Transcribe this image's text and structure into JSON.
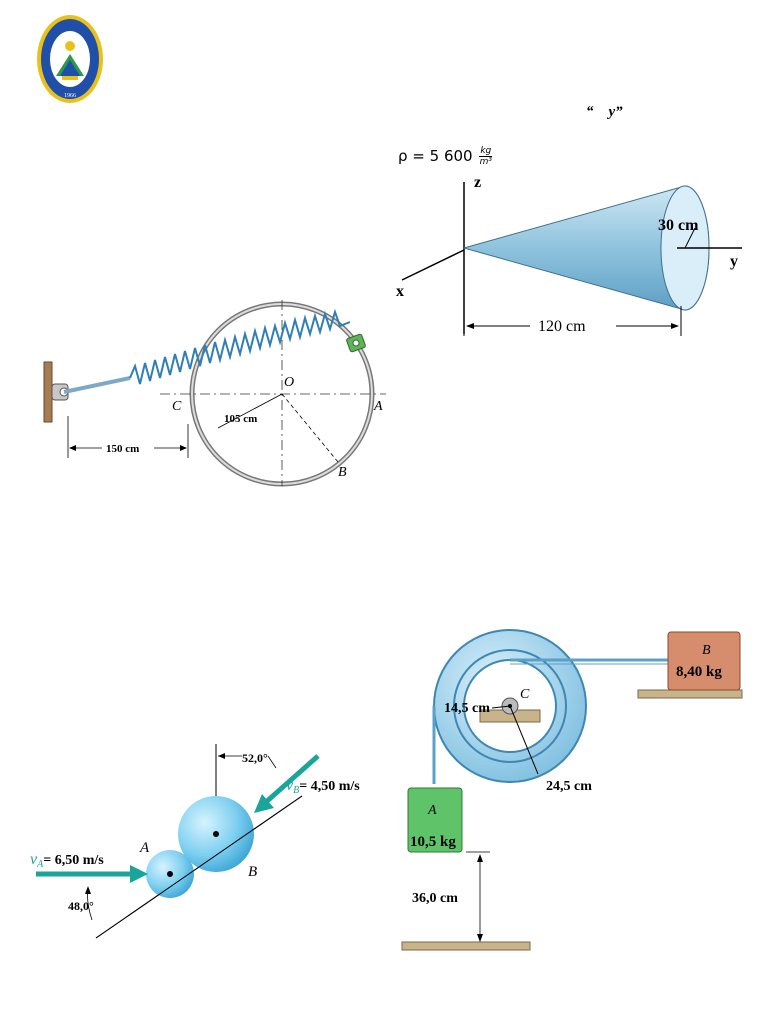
{
  "header": {
    "logo_name": "university-seal",
    "quote": "“    y”"
  },
  "cone_problem": {
    "density_prefix": "ρ = 5 600 ",
    "density_num": "kg",
    "density_den": "m³",
    "axis_z": "z",
    "axis_x": "x",
    "axis_y": "y",
    "radius": "30 cm",
    "length": "120 cm"
  },
  "ring_problem": {
    "label_O": "O",
    "label_C": "C",
    "label_A": "A",
    "label_B": "B",
    "radius": "105 cm",
    "distance": "150 cm"
  },
  "spheres_problem": {
    "angle_top": "52,0°",
    "vb": "= 4,50 m/s",
    "vb_symbol": "v",
    "vb_sub": "B",
    "va": "= 6,50 m/s",
    "va_symbol": "v",
    "va_sub": "A",
    "label_A": "A",
    "label_B": "B",
    "angle_bottom": "48,0°"
  },
  "drum_problem": {
    "label_B": "B",
    "mass_B": "8,40 kg",
    "label_C": "C",
    "inner_radius": "14,5 cm",
    "outer_radius": "24,5 cm",
    "label_A": "A",
    "mass_A": "10,5 kg",
    "height": "36,0 cm"
  },
  "colors": {
    "logo_blue": "#1f4fa8",
    "logo_gold": "#e8c21a",
    "cone_blue": "#8fc3dd",
    "sphere_blue": "#7fd0f0",
    "arrow_teal": "#1aa59a",
    "drum_blue": "#9fd3ee",
    "block_A_green": "#5fc36a",
    "block_B_brown": "#d68d6d"
  }
}
